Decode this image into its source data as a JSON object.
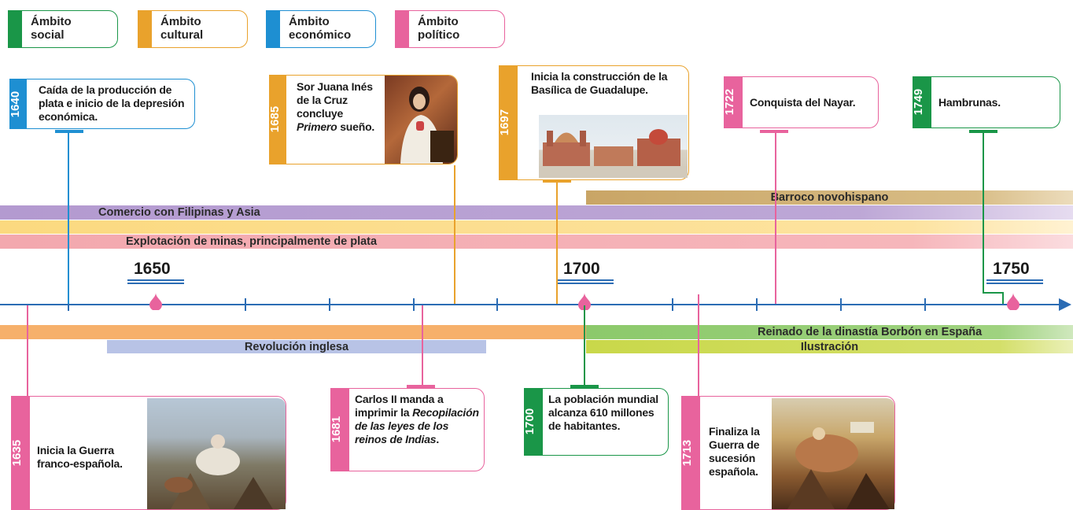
{
  "legend": [
    {
      "label": "Ámbito\nsocial",
      "color": "#1a9648"
    },
    {
      "label": "Ámbito\ncultural",
      "color": "#e9a22c"
    },
    {
      "label": "Ámbito\neconómico",
      "color": "#1e8fd2"
    },
    {
      "label": "Ámbito\npolítico",
      "color": "#e8639d"
    }
  ],
  "axis_years": [
    "1650",
    "1700",
    "1750"
  ],
  "bands": {
    "barroco": "Barroco novohispano",
    "comercio": "Comercio con Filipinas y Asia",
    "explotacion": "Explotación de minas, principalmente de plata",
    "borbon": "Reinado de la dinastía Borbón en España",
    "revolucion": "Revolución inglesa",
    "ilustracion": "Ilustración"
  },
  "events": {
    "e1640": {
      "year": "1640",
      "text": "Caída de la producción de plata e inicio de la depresión económica."
    },
    "e1685": {
      "year": "1685",
      "text_a": "Sor Juana Inés de la Cruz concluye ",
      "text_italic": "Primero",
      "text_b": " sueño."
    },
    "e1697": {
      "year": "1697",
      "text": "Inicia la construcción de la Basílica de Guadalupe."
    },
    "e1722": {
      "year": "1722",
      "text": "Conquista del Nayar."
    },
    "e1749": {
      "year": "1749",
      "text": "Hambrunas."
    },
    "e1635": {
      "year": "1635",
      "text": "Inicia la Guerra franco-española."
    },
    "e1681": {
      "year": "1681",
      "text_a": "Carlos II manda a imprimir la ",
      "text_italic": "Recopilación de las leyes de los reinos de Indias",
      "text_b": "."
    },
    "e1700": {
      "year": "1700",
      "text": "La población mundial alcanza 610 millones de habitantes."
    },
    "e1713": {
      "year": "1713",
      "text": "Finaliza la Guerra de sucesión española."
    }
  },
  "colors": {
    "social": "#1a9648",
    "cultural": "#e9a22c",
    "economico": "#1e8fd2",
    "politico": "#e8639d",
    "axis": "#2b6cb4"
  }
}
